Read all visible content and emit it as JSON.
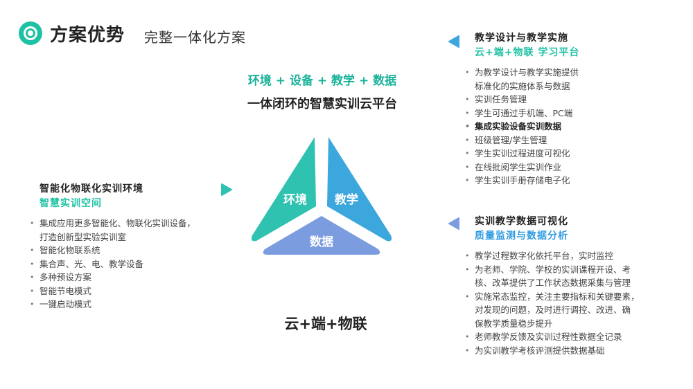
{
  "header": {
    "title": "方案优势",
    "subtitle": "完整一体化方案",
    "logo_icon": "broadcast-icon"
  },
  "center": {
    "tagline": "环境 + 设备 + 教学 + 数据",
    "heading": "一体闭环的智慧实训云平台",
    "triangle": {
      "left_label": "环境",
      "right_label": "教学",
      "bottom_label": "数据",
      "colors": {
        "left": "#2fc2b0",
        "right": "#3ba7dc",
        "bottom": "#7b9ddf"
      }
    },
    "bottom_caption": "云+端+物联"
  },
  "left_section": {
    "title": "智能化物联化实训环境",
    "subtitle": "智慧实训空间",
    "marker_color": "#2fc2b0",
    "items": [
      "集成应用更多智能化、物联化实训设备，",
      "打造创新型实验实训室",
      "智能化物联系统",
      "集合声、光、电、教学设备",
      "多种预设方案",
      "智能节电模式",
      "一键启动模式"
    ]
  },
  "top_right_section": {
    "title": "教学设计与教学实施",
    "subtitle": "云+端+物联 学习平台",
    "marker_color": "#3ba7dc",
    "items": [
      "为教学设计与教学实施提供",
      "标准化的实施体系与数据",
      "实训任务管理",
      "学生可通过手机端、PC端",
      "集成实验设备实训数据",
      "班级管理/学生管理",
      "学生实训过程进度可视化",
      "在线批阅学生实训作业",
      "学生实训手册存储电子化"
    ]
  },
  "bottom_right_section": {
    "title": "实训教学数据可视化",
    "subtitle": "质量监测与数据分析",
    "marker_color": "#7b9ddf",
    "items": [
      "教学过程数字化依托平台，实时监控",
      "为老师、学院、学校的实训课程开设、考",
      "核、改革提供了工作状态数据采集与管理",
      "实施常态监控，关注主要指标和关键要素，",
      "对发现的问题，及时进行调控、改进、确",
      "保教学质量稳步提升",
      "老师教学反馈及实训过程性数据全记录",
      "为实训教学考核评测提供数据基础"
    ]
  }
}
